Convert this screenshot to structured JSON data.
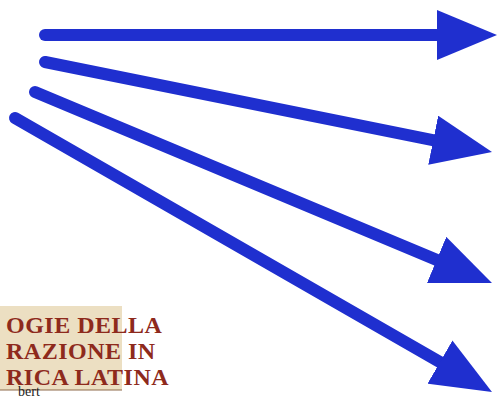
{
  "diagram": {
    "labels": [
      "OGIE DELLA",
      "RAZIONE IN",
      "RICA LATINA",
      "bert"
    ]
  }
}
